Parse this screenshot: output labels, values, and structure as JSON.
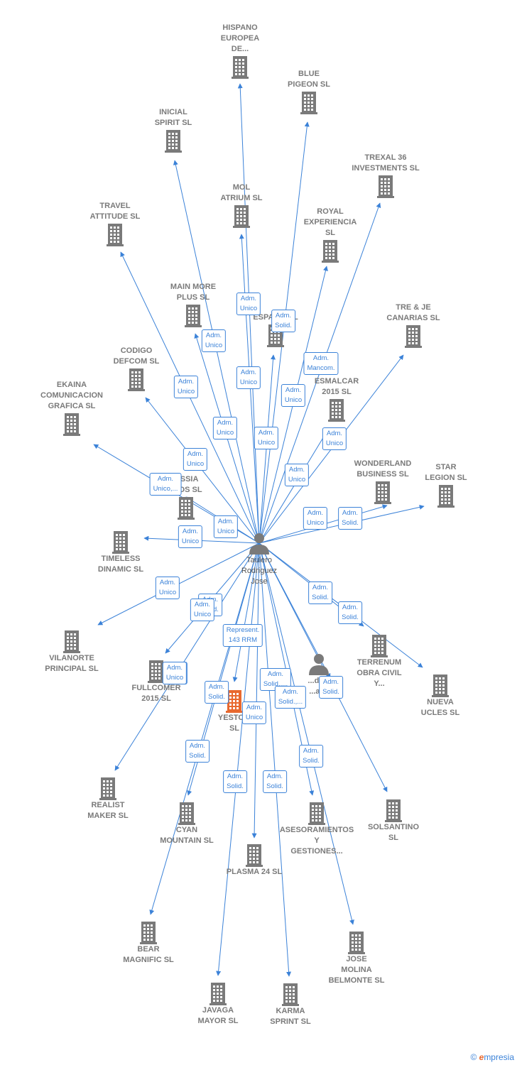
{
  "colors": {
    "edge": "#3b82d8",
    "building": "#7a7a7a",
    "highlight": "#e8692f",
    "person": "#7a7a7a"
  },
  "center": {
    "name": "Taulero\nRodriguez\nJose",
    "icon": "person-icon"
  },
  "nodes": [
    {
      "id": "hispano",
      "name": "HISPANO\nEUROPEA\nDE..."
    },
    {
      "id": "blue",
      "name": "BLUE\nPIGEON SL"
    },
    {
      "id": "inicial",
      "name": "INICIAL\nSPIRIT SL"
    },
    {
      "id": "trexal",
      "name": "TREXAL 36\nINVESTMENTS SL"
    },
    {
      "id": "mol",
      "name": "MOL\nATRIUM SL"
    },
    {
      "id": "travel",
      "name": "TRAVEL\nATTITUDE SL"
    },
    {
      "id": "royal",
      "name": "ROYAL\nEXPERIENCIA\nSL"
    },
    {
      "id": "mainmore",
      "name": "MAIN MORE\nPLUS SL"
    },
    {
      "id": "espar",
      "name": "ESPAR... SL"
    },
    {
      "id": "treje",
      "name": "TRE & JE\nCANARIAS SL"
    },
    {
      "id": "codigo",
      "name": "CODIGO\nDEFCOM SL"
    },
    {
      "id": "esmalcar",
      "name": "ESMALCAR\n2015 SL"
    },
    {
      "id": "ekaina",
      "name": "EKAINA\nCOMUNICACION\nGRAFICA SL"
    },
    {
      "id": "wonderland",
      "name": "WONDERLAND\nBUSINESS SL"
    },
    {
      "id": "star",
      "name": "STAR\nLEGION SL"
    },
    {
      "id": "assia",
      "name": "...SSIA\n...IOS SL"
    },
    {
      "id": "timeless",
      "name": "TIMELESS\nDINAMIC SL"
    },
    {
      "id": "vilanorte",
      "name": "VILANORTE\nPRINCIPAL SL"
    },
    {
      "id": "terrenum",
      "name": "TERRENUM\nOBRA CIVIL\nY..."
    },
    {
      "id": "nueva",
      "name": "NUEVA\nUCLES SL"
    },
    {
      "id": "fullcomer",
      "name": "FULLCOMER\n2015 SL"
    },
    {
      "id": "yesto",
      "name": "YESTO...\nSL"
    },
    {
      "id": "realist",
      "name": "REALIST\nMAKER SL"
    },
    {
      "id": "cyan",
      "name": "CYAN\nMOUNTAIN SL"
    },
    {
      "id": "asesor",
      "name": "ASESORAMIENTOS\nY\nGESTIONES..."
    },
    {
      "id": "solsantino",
      "name": "SOLSANTINO\nSL"
    },
    {
      "id": "plasma",
      "name": "PLASMA 24 SL"
    },
    {
      "id": "bear",
      "name": "BEAR\nMAGNIFIC SL"
    },
    {
      "id": "josemolina",
      "name": "JOSE\nMOLINA\nBELMONTE SL"
    },
    {
      "id": "javaga",
      "name": "JAVAGA\nMAYOR SL"
    },
    {
      "id": "karma",
      "name": "KARMA\nSPRINT SL"
    },
    {
      "id": "person2",
      "name": "...da...\n...al..."
    }
  ],
  "edge_labels": [
    "Adm.\nUnico",
    "Adm.\nSolid.",
    "Adm.\nUnico",
    "Adm.\nMancom.",
    "Adm.\nUnico",
    "Adm.\nUnico",
    "Adm.\nUnico",
    "Adm.\nUnico",
    "Adm.\nUnico",
    "Adm.\nUnico",
    "Adm.\nUnico",
    "Adm.\nUnico",
    "Adm.\nUnico,...",
    "Adm.\nUnico",
    "Adm.\nUnico",
    "Adm.\nUnico",
    "Adm.\nSolid.",
    "Adm.\nUnico",
    "Adm.\nSolid.",
    "Adm.\nSolid.",
    "Adm.\nSolid.",
    "Adm.\nUnico",
    "Represent.\n143 RRM",
    "Adm.\nUnico",
    "Adm.\nSolid.",
    "Adm.\nSolid.,...",
    "Adm.\nSolid.,...",
    "Adm.\nSolid.",
    "Adm.\nUnico",
    "Adm.\nSolid.",
    "Adm.\nSolid.",
    "Adm.\nSolid.",
    "Adm.\nSolid.",
    "Adm.\nUnico"
  ],
  "footer": {
    "copyright": "©",
    "brand_first": "e",
    "brand_rest": "mpresia"
  }
}
